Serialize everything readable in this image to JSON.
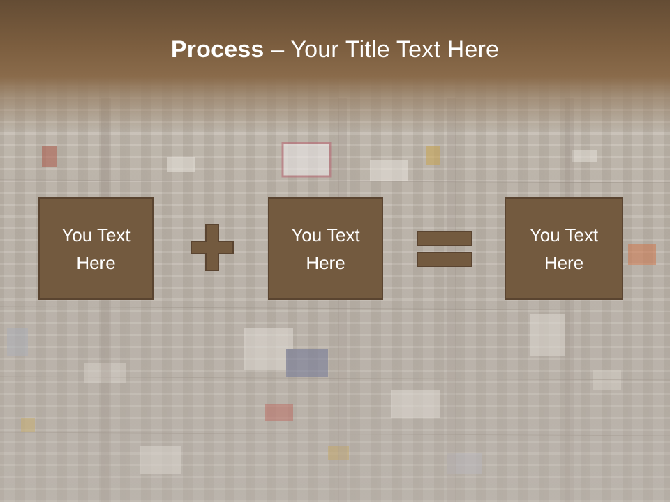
{
  "slide": {
    "title_bold": "Process",
    "title_rest": " – Your Title Text Here",
    "boxes": [
      {
        "text": "You Text Here"
      },
      {
        "text": "You Text Here"
      },
      {
        "text": "You Text Here"
      }
    ],
    "operators": [
      "plus-icon",
      "equals-icon"
    ],
    "colors": {
      "box_fill": "#735a3f",
      "box_border": "#5a4430",
      "operator_fill": "#735a3f",
      "title_band": "#6e5238",
      "title_text": "#ffffff"
    }
  }
}
